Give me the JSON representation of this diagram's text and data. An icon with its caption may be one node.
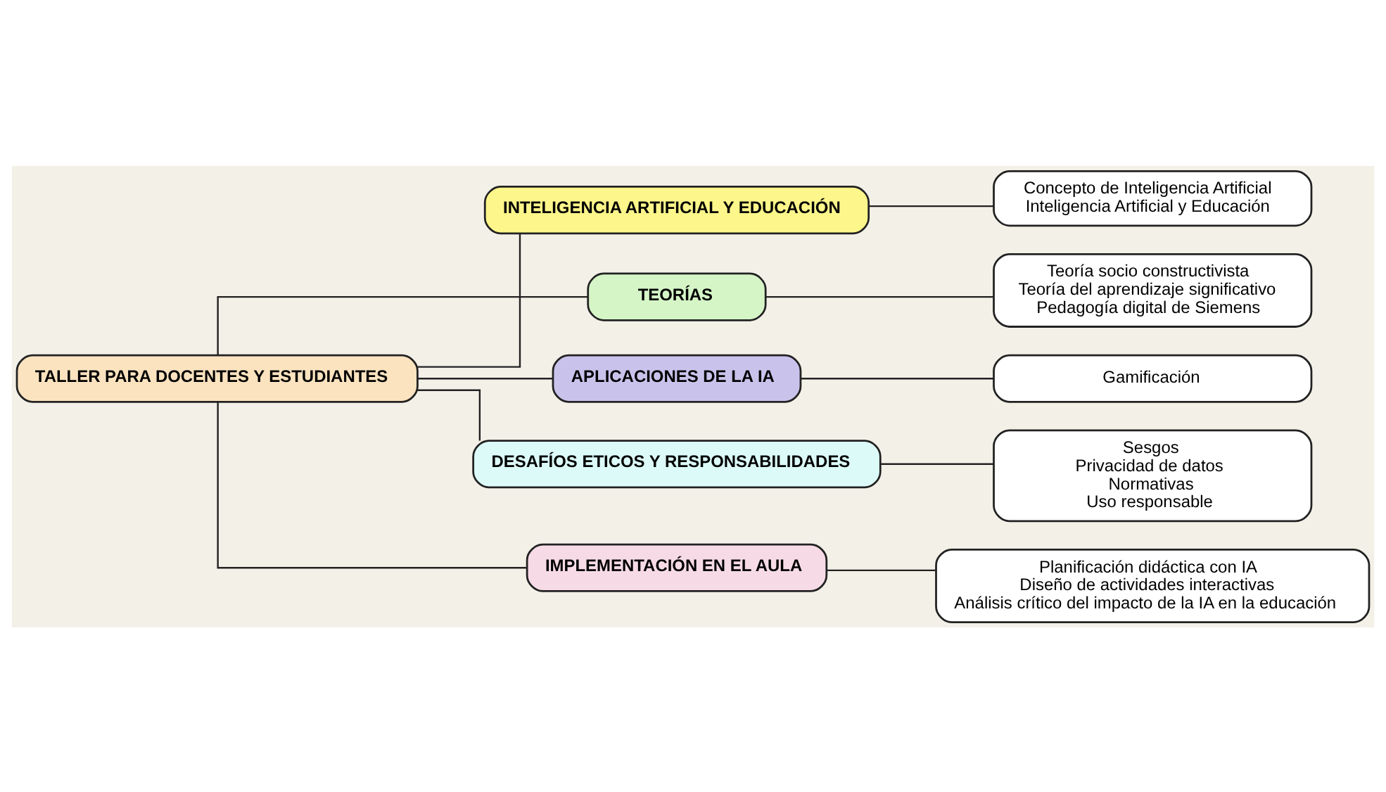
{
  "diagram": {
    "nodes": [
      {
        "text": [
          "TALLER PARA DOCENTES Y ESTUDIANTES"
        ]
      },
      {
        "text": [
          "INTELIGENCIA ARTIFICIAL Y EDUCACIÓN"
        ]
      },
      {
        "text": [
          "Concepto de Inteligencia Artificial",
          "Inteligencia Artificial y Educación"
        ]
      },
      {
        "text": [
          "TEORÍAS"
        ]
      },
      {
        "text": [
          "Teoría socio constructivista",
          "Teoría del aprendizaje significativo",
          "Pedagogía digital de Siemens"
        ]
      },
      {
        "text": [
          "APLICACIONES DE LA IA"
        ]
      },
      {
        "text": [
          "Gamificación"
        ]
      },
      {
        "text": [
          "DESAFÍOS ETICOS Y RESPONSABILIDADES"
        ]
      },
      {
        "text": [
          "Sesgos",
          "Privacidad de datos",
          "Normativas",
          "Uso responsable"
        ]
      },
      {
        "text": [
          "IMPLEMENTACIÓN EN EL AULA"
        ]
      },
      {
        "text": [
          "Planificación didáctica con IA",
          "Diseño de actividades interactivas",
          "Análisis crítico del impacto de la IA en la educación"
        ]
      }
    ],
    "edges": [
      {
        "from": 0,
        "to": 1,
        "arrow": "none"
      },
      {
        "from": 0,
        "to": 3,
        "arrow": "none"
      },
      {
        "from": 0,
        "to": 5,
        "arrow": "none"
      },
      {
        "from": 0,
        "to": 7,
        "arrow": "none"
      },
      {
        "from": 0,
        "to": 9,
        "arrow": "none"
      },
      {
        "from": 1,
        "to": 2,
        "arrow": "none"
      },
      {
        "from": 3,
        "to": 4,
        "arrow": "none"
      },
      {
        "from": 5,
        "to": 6,
        "arrow": "none"
      },
      {
        "from": 7,
        "to": 8,
        "arrow": "none"
      },
      {
        "from": 9,
        "to": 10,
        "arrow": "none"
      }
    ]
  }
}
